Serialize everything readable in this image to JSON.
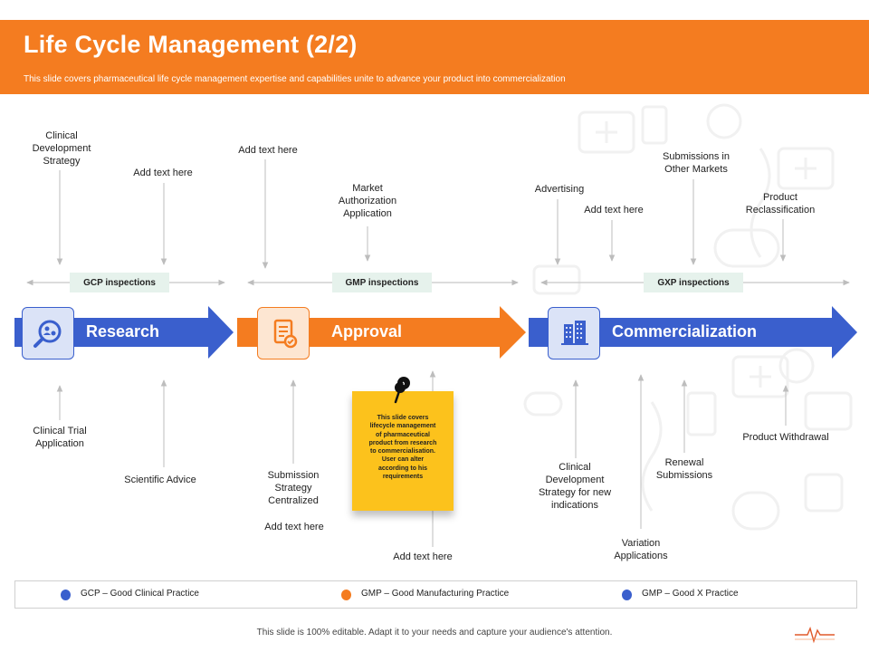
{
  "header": {
    "title": "Life Cycle Management (2/2)",
    "subtitle": "This slide covers pharmaceutical life cycle management expertise and capabilities unite to advance your product into commercialization"
  },
  "phases": [
    {
      "label": "Research",
      "color": "#3a5fcd"
    },
    {
      "label": "Approval",
      "color": "#f47c20"
    },
    {
      "label": "Commercialization",
      "color": "#3a5fcd"
    }
  ],
  "inspections": [
    "GCP inspections",
    "GMP inspections",
    "GXP inspections"
  ],
  "top_labels": {
    "clinical_dev_strategy": "Clinical\nDevelopment\nStrategy",
    "add_text_1": "Add text here",
    "add_text_2": "Add text here",
    "market_auth": "Market\nAuthorization\nApplication",
    "advertising": "Advertising",
    "add_text_3": "Add text here",
    "submissions_other": "Submissions in\nOther Markets",
    "product_reclass": "Product\nReclassification"
  },
  "bottom_labels": {
    "clinical_trial": "Clinical Trial\nApplication",
    "scientific_advice": "Scientific Advice",
    "submission_strategy": "Submission\nStrategy\nCentralized",
    "add_text_4": "Add text here",
    "add_text_5": "Add text here",
    "clinical_dev_new": "Clinical\nDevelopment\nStrategy for new\nindications",
    "variation_apps": "Variation\nApplications",
    "renewal_subs": "Renewal\nSubmissions",
    "product_withdrawal": "Product Withdrawal"
  },
  "note": {
    "text": "This slide covers lifecycle management of pharmaceutical product from research to commercialisation. User can alter according to his requirements"
  },
  "legend": [
    {
      "text": "GCP – Good Clinical Practice",
      "color": "#3a5fcd"
    },
    {
      "text": "GMP – Good Manufacturing Practice",
      "color": "#f47c20"
    },
    {
      "text": "GMP – Good X Practice",
      "color": "#3a5fcd"
    }
  ],
  "footer": {
    "text": "This slide is 100% editable. Adapt it to your needs and capture your audience's attention."
  }
}
